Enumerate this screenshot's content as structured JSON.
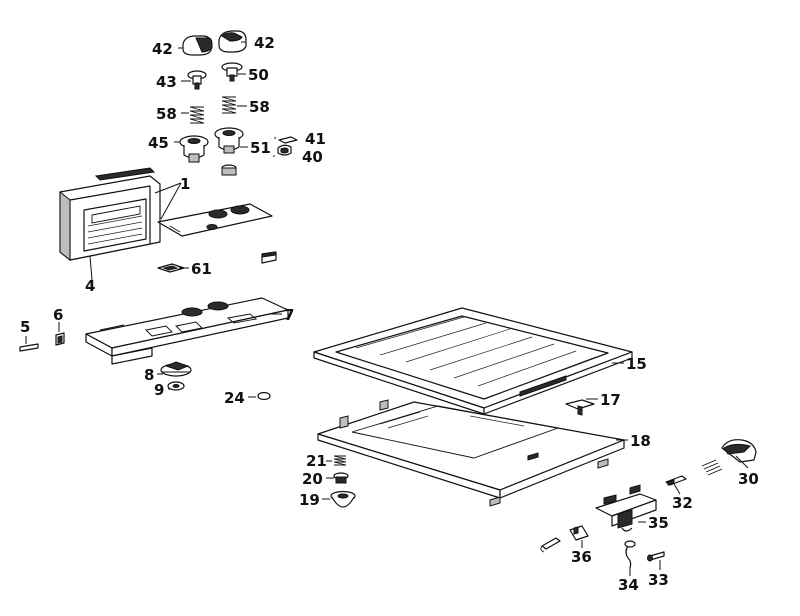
{
  "colors": {
    "line": "#111111",
    "background": "#ffffff",
    "shade": "#2a2a2a"
  },
  "labels": {
    "p42a": "42",
    "p42b": "42",
    "p43": "43",
    "p50": "50",
    "p58a": "58",
    "p58b": "58",
    "p45": "45",
    "p51": "51",
    "p41": "41",
    "p40": "40",
    "p1": "1",
    "p4": "4",
    "p61": "61",
    "p5": "5",
    "p6": "6",
    "p7": "7",
    "p8": "8",
    "p9": "9",
    "p24": "24",
    "p15": "15",
    "p17": "17",
    "p18": "18",
    "p21": "21",
    "p20": "20",
    "p19": "19",
    "p30": "30",
    "p32": "32",
    "p35": "35",
    "p36": "36",
    "p34": "34",
    "p33": "33"
  }
}
